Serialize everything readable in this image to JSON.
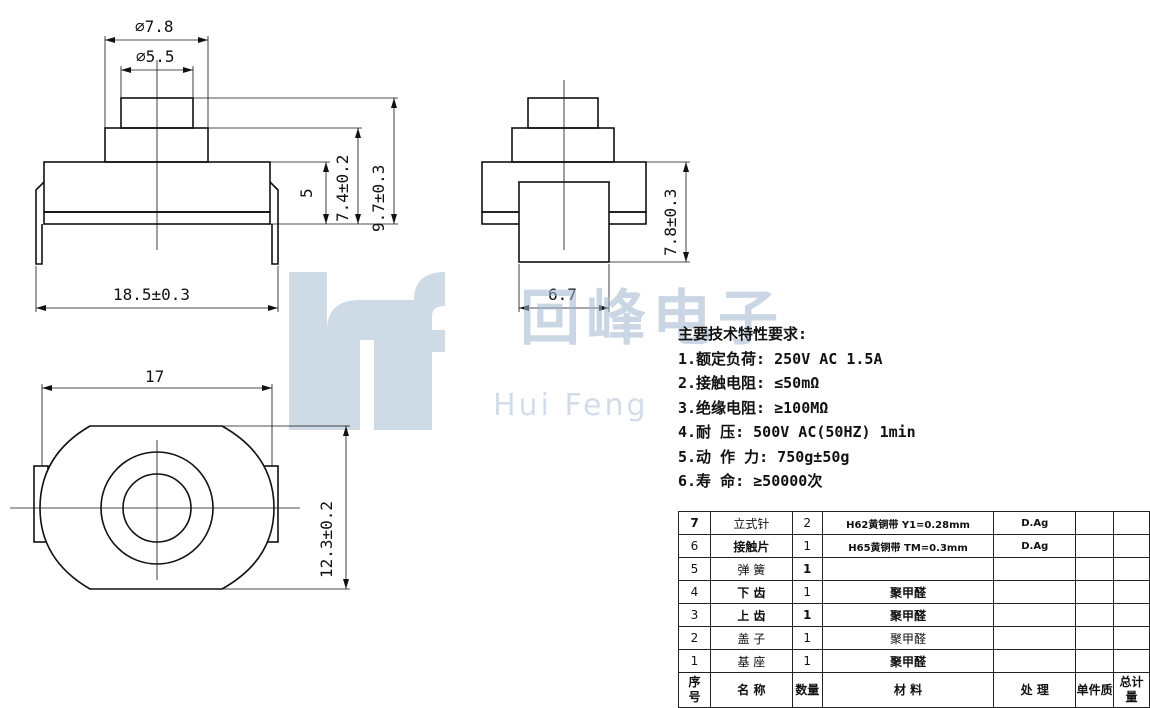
{
  "watermark": {
    "brand": "回峰电子",
    "latin": "Hui Feng"
  },
  "dimensions": {
    "d78": "⌀7.8",
    "d55": "⌀5.5",
    "h5": "5",
    "h74": "7.4±0.2",
    "h97": "9.7±0.3",
    "w185": "18.5±0.3",
    "h78": "7.8±0.3",
    "w67": "6.7",
    "w17": "17",
    "h123": "12.3±0.2"
  },
  "requirements": {
    "title": "主要技术特性要求:",
    "items": [
      "1.额定负荷: 250V AC 1.5A",
      "2.接触电阻: ≤50mΩ",
      "3.绝缘电阻: ≥100MΩ",
      "4.耐    压: 500V AC(50HZ) 1min",
      "5.动 作 力: 750g±50g",
      "6.寿    命: ≥50000次"
    ]
  },
  "bom": {
    "rows": [
      {
        "no": "7",
        "name": "立式针",
        "qty": "2",
        "material": "H62黄铜带 Y1=0.28mm",
        "treatment": "D.Ag"
      },
      {
        "no": "6",
        "name": "接触片",
        "qty": "1",
        "material": "H65黄铜带 TM=0.3mm",
        "treatment": "D.Ag"
      },
      {
        "no": "5",
        "name": "弹 簧",
        "qty": "1",
        "material": "",
        "treatment": ""
      },
      {
        "no": "4",
        "name": "下 齿",
        "qty": "1",
        "material": "聚甲醛",
        "treatment": ""
      },
      {
        "no": "3",
        "name": "上 齿",
        "qty": "1",
        "material": "聚甲醛",
        "treatment": ""
      },
      {
        "no": "2",
        "name": "盖 子",
        "qty": "1",
        "material": "聚甲醛",
        "treatment": ""
      },
      {
        "no": "1",
        "name": "基 座",
        "qty": "1",
        "material": "聚甲醛",
        "treatment": ""
      }
    ],
    "header": {
      "no": "序号",
      "name": "名 称",
      "qty": "数量",
      "material": "材    料",
      "treatment": "处    理",
      "unit_mass": "单件质",
      "total_mass": "总计量"
    }
  }
}
